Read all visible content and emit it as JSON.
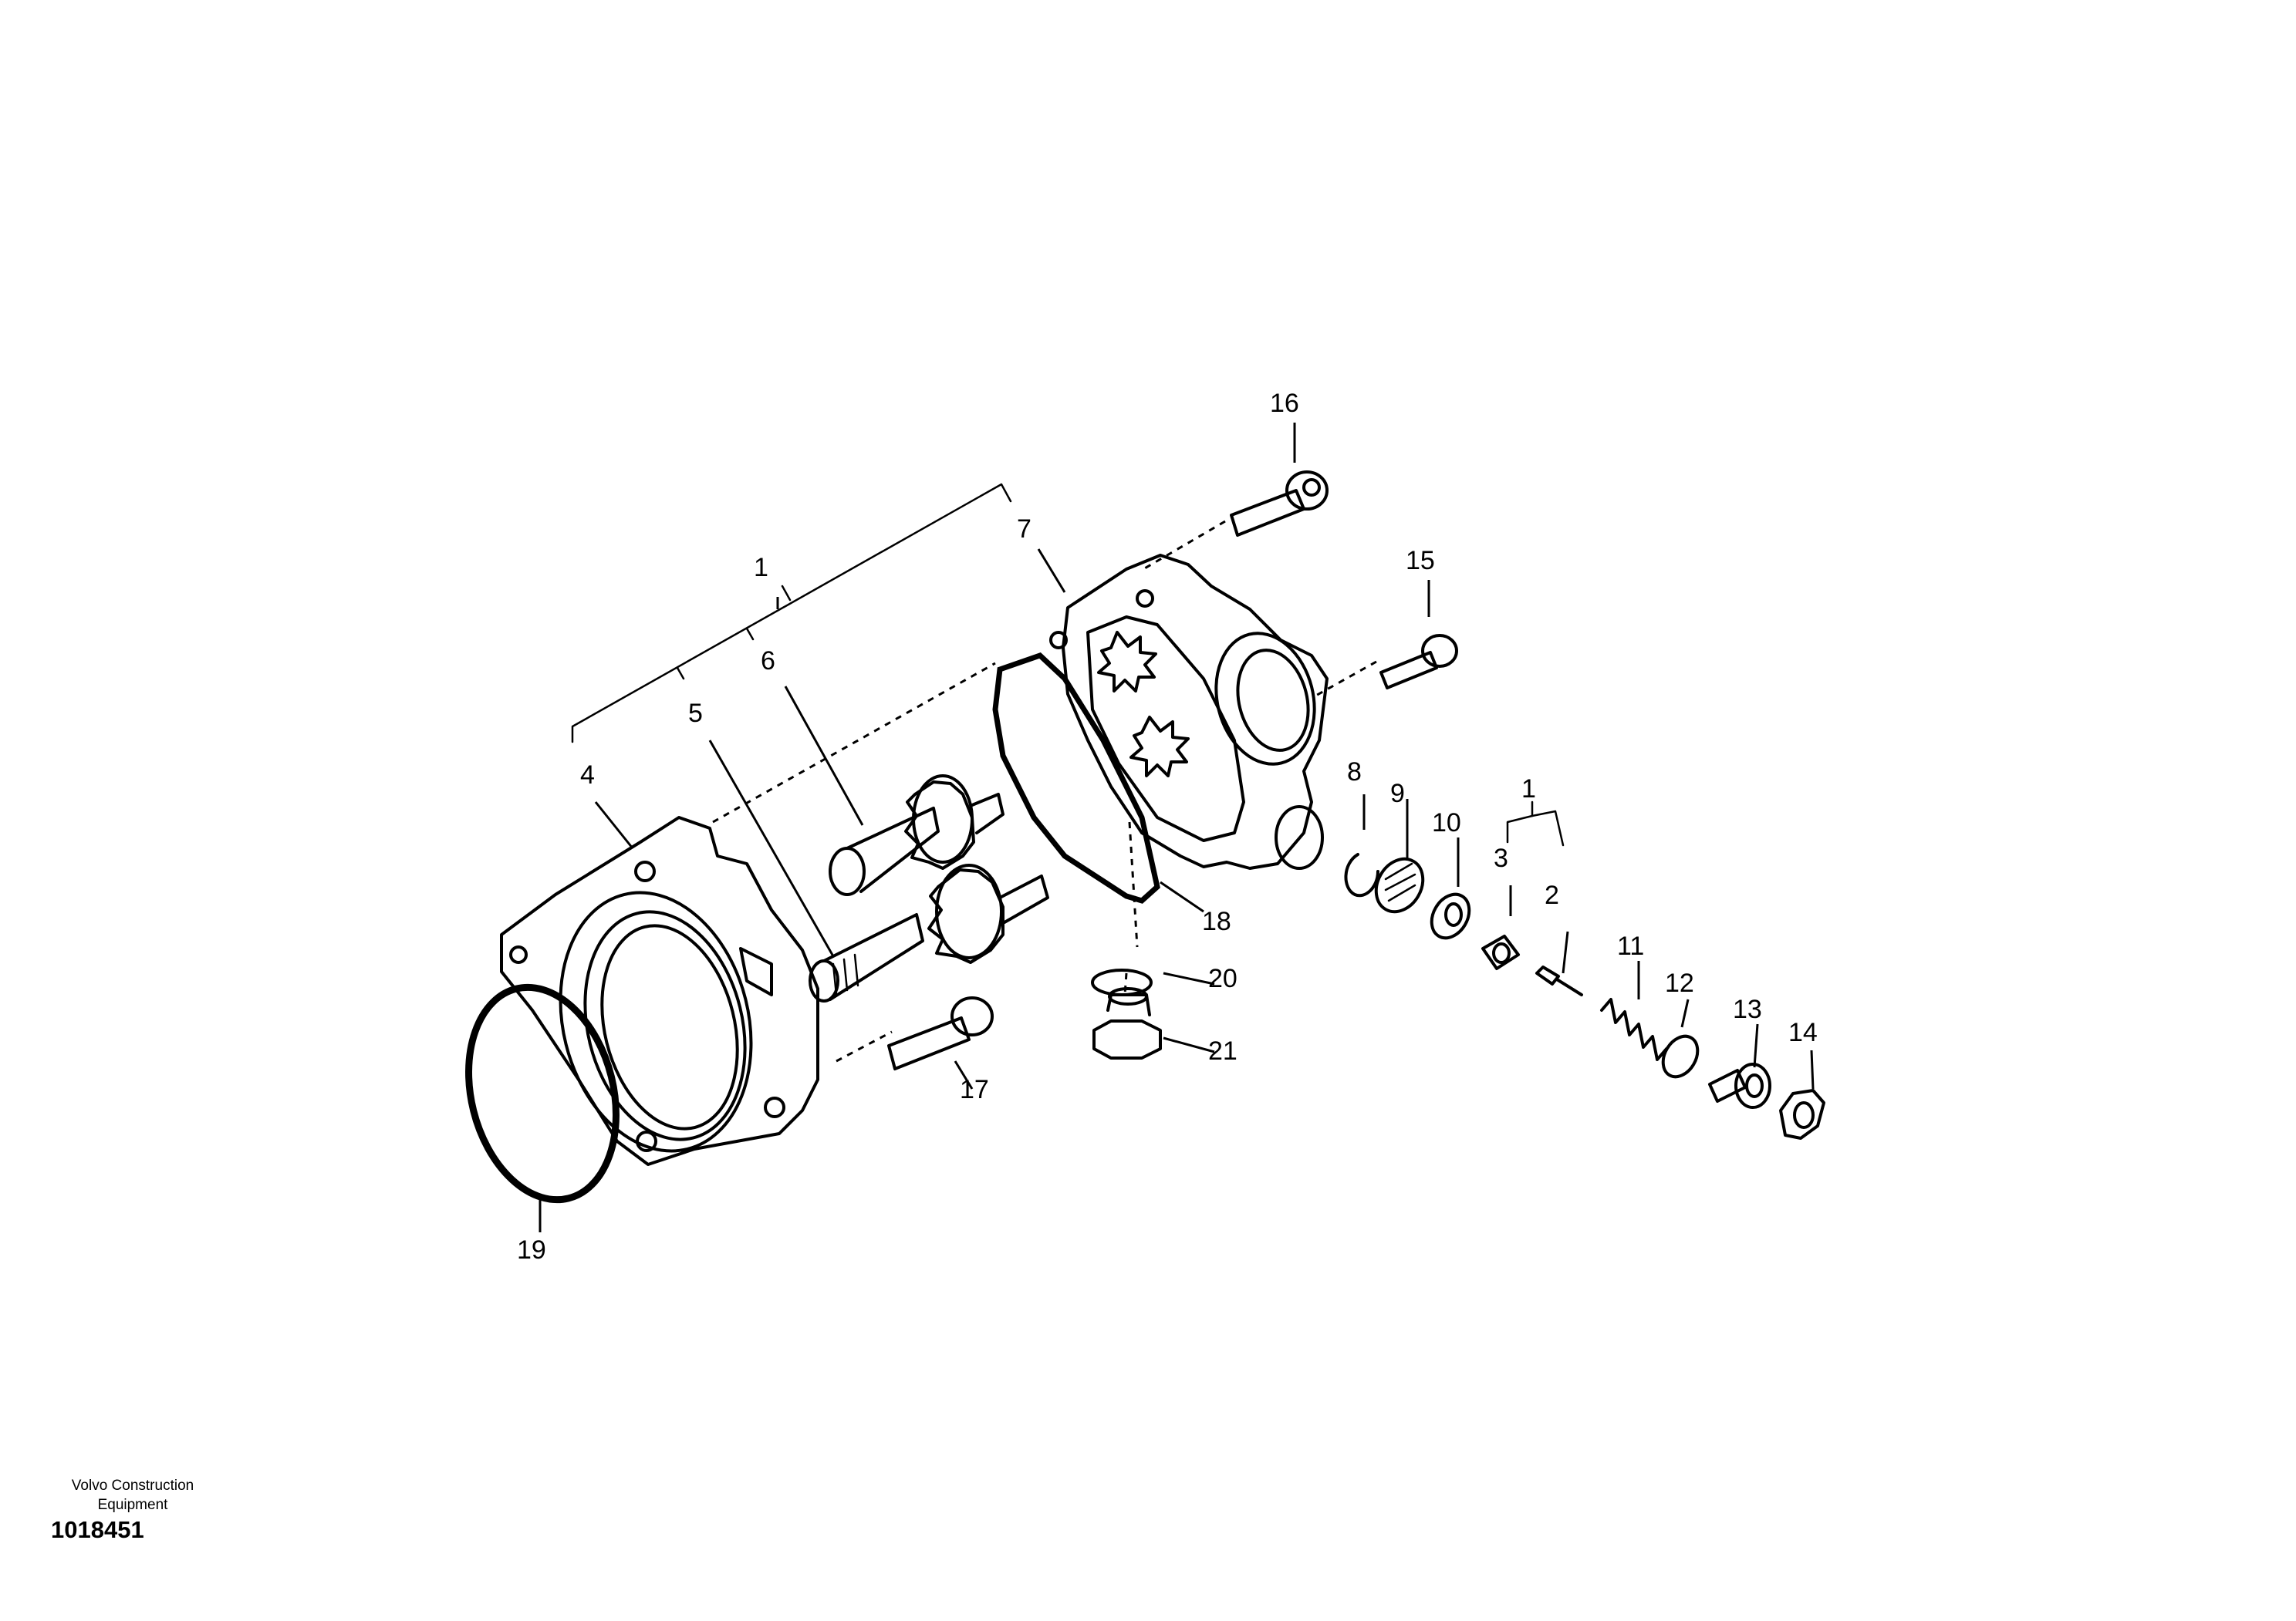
{
  "footer": {
    "manufacturer_line1": "Volvo Construction",
    "manufacturer_line2": "Equipment",
    "document_number": "1018451"
  },
  "callouts": {
    "c1_main": "1",
    "c1_valve": "1",
    "c2": "2",
    "c3": "3",
    "c4": "4",
    "c5": "5",
    "c6": "6",
    "c7": "7",
    "c8": "8",
    "c9": "9",
    "c10": "10",
    "c11": "11",
    "c12": "12",
    "c13": "13",
    "c14": "14",
    "c15": "15",
    "c16": "16",
    "c17": "17",
    "c18": "18",
    "c19": "19",
    "c20": "20",
    "c21": "21"
  }
}
